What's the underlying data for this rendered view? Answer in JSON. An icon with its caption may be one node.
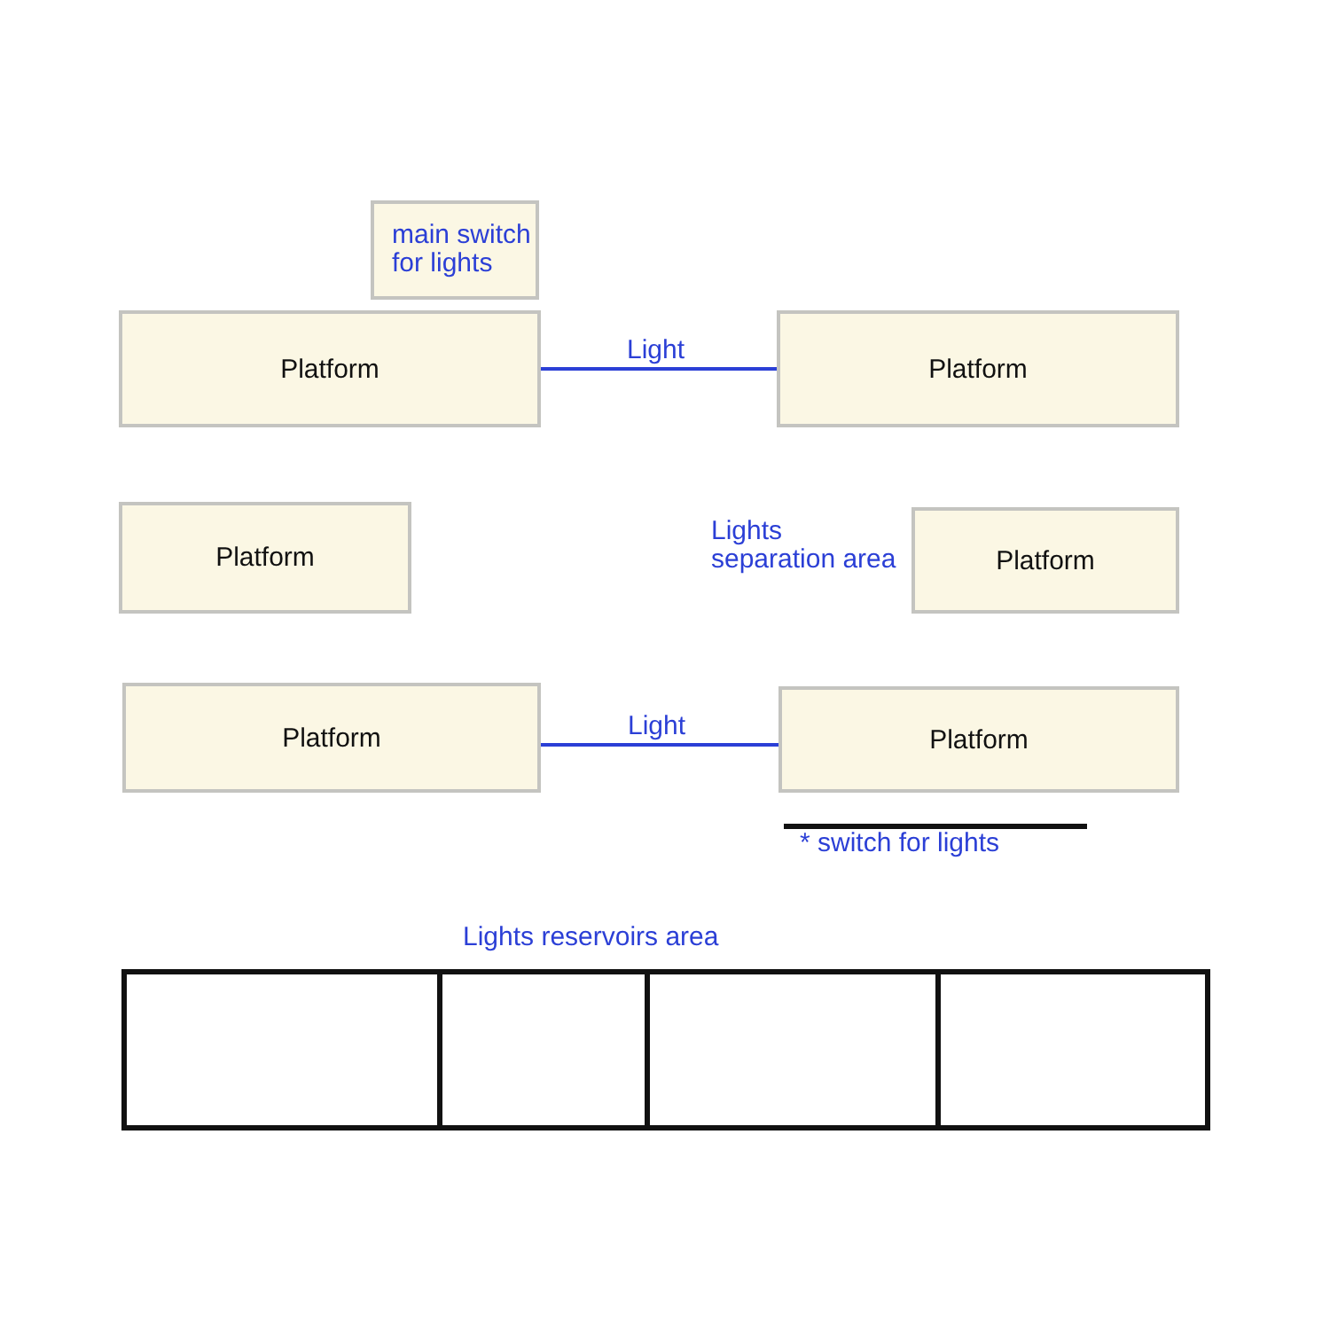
{
  "diagram": {
    "nodes": [
      {
        "text": [
          "main switch for lights"
        ]
      },
      {
        "text": [
          "Platform"
        ]
      },
      {
        "text": [
          "Platform"
        ]
      },
      {
        "text": [
          "Platform"
        ]
      },
      {
        "text": [
          "Platform"
        ]
      },
      {
        "text": [
          "Platform"
        ]
      },
      {
        "text": [
          "Platform"
        ]
      }
    ],
    "edges": [
      {
        "from": 1,
        "to": 2,
        "arrow": "none",
        "label": "Light"
      },
      {
        "from": 5,
        "to": 6,
        "arrow": "none",
        "label": "Light"
      }
    ],
    "labels": [
      "Lights separation area",
      "* switch for lights",
      "Lights reservoirs area"
    ]
  }
}
